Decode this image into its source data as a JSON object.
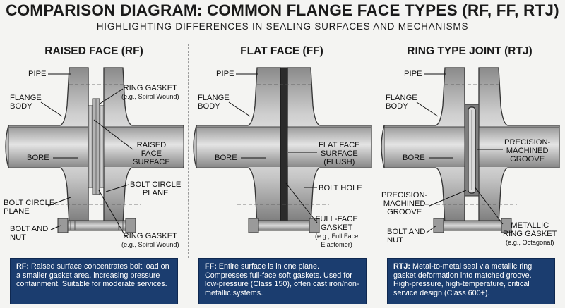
{
  "header": {
    "title": "COMPARISON DIAGRAM: COMMON FLANGE FACE TYPES (RF, FF, RTJ)",
    "subtitle": "HIGHLIGHTING DIFFERENCES IN SEALING SURFACES AND MECHANISMS"
  },
  "panels": [
    {
      "title": "RAISED FACE (RF)",
      "labels": {
        "pipe": "PIPE",
        "flange_body": "FLANGE\nBODY",
        "bore": "BORE",
        "ring_gasket_top": "RING GASKET",
        "ring_gasket_top_sub": "(e.g., Spiral Wound)",
        "raised_face": "RAISED\nFACE\nSURFACE",
        "bolt_circle_right": "BOLT CIRCLE\nPLANE",
        "bolt_circle_left": "BOLT CIRCLE\nPLANE",
        "bolt_nut": "BOLT AND\nNUT",
        "ring_gasket_bottom": "RING GASKET",
        "ring_gasket_bottom_sub": "(e.g., Spiral Wound)"
      },
      "note_tag": "RF:",
      "note_text": "Raised surface concentrates bolt load on a smaller gasket area, increasing pressure containment. Suitable for moderate services."
    },
    {
      "title": "FLAT FACE (FF)",
      "labels": {
        "pipe": "PIPE",
        "flange_body": "FLANGE\nBODY",
        "bore": "BORE",
        "flat_face": "FLAT FACE\nSURFACE\n(FLUSH)",
        "bolt_hole": "BOLT HOLE",
        "full_face_gasket": "FULL-FACE\nGASKET",
        "full_face_gasket_sub": "(e.g., Full Face\nElastomer)"
      },
      "note_tag": "FF:",
      "note_text": "Entire surface is in one plane. Compresses full-face soft gaskets. Used for low-pressure (Class 150), often cast iron/non-metallic systems."
    },
    {
      "title": "RING TYPE JOINT (RTJ)",
      "labels": {
        "pipe": "PIPE",
        "flange_body": "FLANGE\nBODY",
        "bore": "BORE",
        "groove_right": "PRECISION-\nMACHINED\nGROOVE",
        "groove_left": "PRECISION-\nMACHINED\nGROOVE",
        "bolt_nut": "BOLT AND\nNUT",
        "metallic_ring": "METALLIC\nRING GASKET",
        "metallic_ring_sub": "(e.g., Octagonal)"
      },
      "note_tag": "RTJ:",
      "note_text": "Metal-to-metal seal via metallic ring gasket deformation into matched groove. High-pressure, high-temperature, critical service design (Class 600+)."
    }
  ],
  "colors": {
    "steel_dark": "#6c6c6c",
    "steel_mid": "#a8a8a8",
    "steel_light": "#dcdcdc",
    "note_bg": "#1b3d6f"
  }
}
